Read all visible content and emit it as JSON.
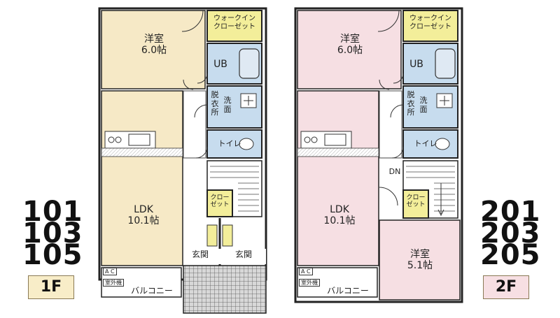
{
  "plan_1f": {
    "western_room": "洋室\n6.0帖",
    "walk_in_closet": "ウォークイン\nクローゼット",
    "bath": "UB",
    "washroom": "脱\n衣\n所",
    "washbasin": "洗\n面",
    "toilet": "トイレ",
    "closet": "クロー\nゼット",
    "ldk": "LDK\n10.1帖",
    "entrance_left": "玄関",
    "entrance_right": "玄関",
    "ac": "A C",
    "outdoor_unit": "室外機",
    "balcony": "バルコニー"
  },
  "plan_2f": {
    "western_room": "洋室\n6.0帖",
    "walk_in_closet": "ウォークイン\nクローゼット",
    "bath": "UB",
    "washroom": "脱\n衣\n所",
    "washbasin": "洗\n面",
    "toilet": "トイレ",
    "closet": "クロー\nゼット",
    "ldk": "LDK\n10.1帖",
    "western_room_small": "洋室\n5.1帖",
    "stairs_down": "DN",
    "ac": "A C",
    "outdoor_unit": "室外機",
    "balcony": "バルコニー"
  },
  "units_1f": [
    "101",
    "103",
    "105"
  ],
  "units_2f": [
    "201",
    "203",
    "205"
  ],
  "floor_1f": "1F",
  "floor_2f": "2F",
  "colors": {
    "western_1f": "#f6e9c6",
    "ldk_1f": "#f6e9c6",
    "western_2f": "#f6dfe3",
    "ldk_2f": "#f6dfe3",
    "wet": "#c7dcee",
    "closet": "#f3ee9a",
    "badge_1f": "#f8edc8",
    "badge_2f": "#f7dfe3"
  }
}
